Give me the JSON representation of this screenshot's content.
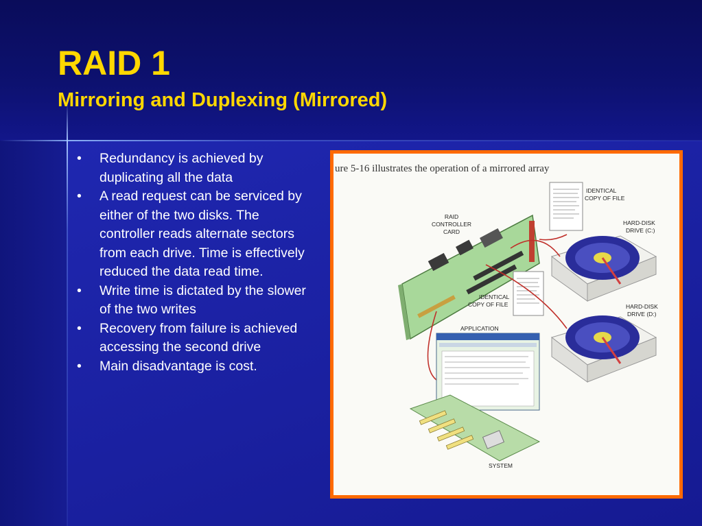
{
  "slide": {
    "title": "RAID 1",
    "subtitle": "Mirroring and Duplexing (Mirrored)"
  },
  "bullets": [
    "Redundancy is achieved by duplicating all the data",
    "A read request can be serviced by either of the two disks. The controller reads alternate sectors from each drive. Time is effectively reduced the data read time.",
    "Write time is dictated by the slower of the two writes",
    "Recovery from failure is achieved accessing the second drive",
    "Main disadvantage is cost."
  ],
  "figure": {
    "caption_top": "ure 5-16 illustrates the operation of a mirrored array",
    "label_raid_card": [
      "RAID",
      "CONTROLLER",
      "CARD"
    ],
    "label_copy_top": [
      "IDENTICAL",
      "COPY OF FILE"
    ],
    "label_drive_c": [
      "HARD-DISK",
      "DRIVE (C:)"
    ],
    "label_copy_bottom": [
      "IDENTICAL",
      "COPY OF FILE"
    ],
    "label_drive_d": [
      "HARD-DISK",
      "DRIVE (D:)"
    ],
    "label_application": "APPLICATION",
    "label_system": "SYSTEM"
  },
  "colors": {
    "title": "#ffd700",
    "frame": "#ff6a00",
    "background": "#1a1f9a"
  }
}
